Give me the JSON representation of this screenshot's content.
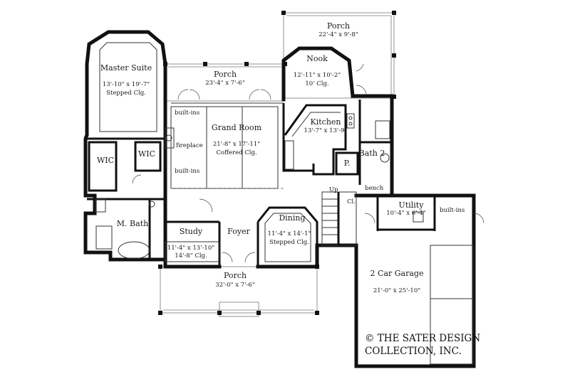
{
  "rooms": {
    "porch_rear": {
      "name": "Porch",
      "dims": "22'-4\" x 9'-8\""
    },
    "nook": {
      "name": "Nook",
      "dims": "12'-11\" x 10'-2\"",
      "note": "10' Clg."
    },
    "master_suite": {
      "name": "Master Suite",
      "dims": "13'-10\" x 19'-7\"",
      "note": "Stepped Clg."
    },
    "porch_center": {
      "name": "Porch",
      "dims": "23'-4\" x 7'-6\""
    },
    "grand_room": {
      "name": "Grand Room",
      "dims": "21'-8\" x 17'-11\"",
      "note": "Coffered Clg."
    },
    "kitchen": {
      "name": "Kitchen",
      "dims": "13'-7\" x 13'-9\""
    },
    "bath2": {
      "name": "Bath 2"
    },
    "pantry": {
      "name": "P."
    },
    "wic_left": {
      "name": "WIC"
    },
    "wic_right": {
      "name": "WIC"
    },
    "up": {
      "name": "Up"
    },
    "bench": {
      "name": "bench"
    },
    "closet": {
      "name": "Cl."
    },
    "utility": {
      "name": "Utility",
      "dims": "10'-4\" x 6'-4\""
    },
    "builtins_utility": {
      "name": "built-ins"
    },
    "m_bath": {
      "name": "M. Bath"
    },
    "study": {
      "name": "Study",
      "dims": "11'-4\" x 13'-10\"",
      "note": "14'-8\" Clg."
    },
    "foyer": {
      "name": "Foyer"
    },
    "dining": {
      "name": "Dining",
      "dims": "11'-4\" x 14'-1\"",
      "note": "Stepped Clg."
    },
    "porch_front": {
      "name": "Porch",
      "dims": "32'-0\" x 7'-6\""
    },
    "garage": {
      "name": "2 Car Garage",
      "dims": "21'-0\" x 25'-10\""
    }
  },
  "fixtures": {
    "builtins_top": "built-ins",
    "fireplace": "fireplace",
    "builtins_bottom": "built-ins"
  },
  "copyright": {
    "line1": "© THE SATER DESIGN",
    "line2": "COLLECTION, INC."
  }
}
